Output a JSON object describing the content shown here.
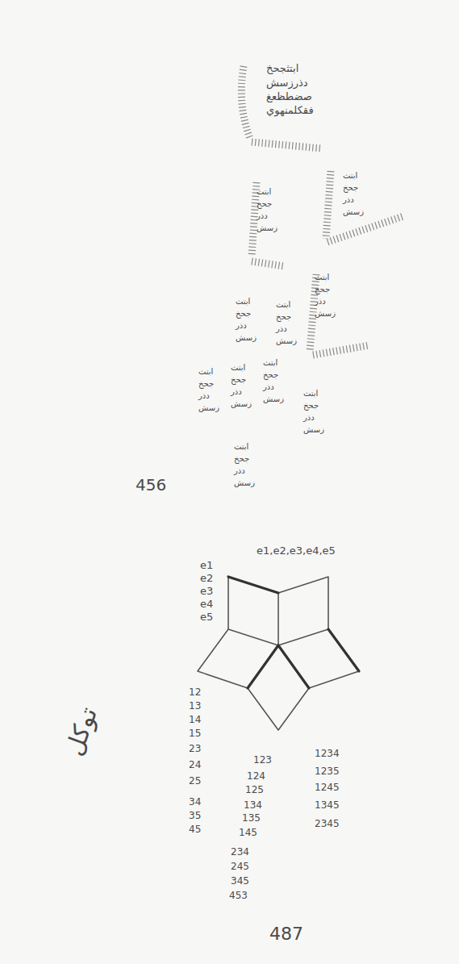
{
  "diagram": {
    "labels": [
      "ابتثجحخ",
      "دذرزسش",
      "صضطظعغ",
      "فقكلمنهوي",
      "ابتث",
      "جحخ",
      "دذر",
      "زسش",
      "ابتث",
      "جحخ",
      "دذر",
      "زسش",
      "ابتث",
      "جحخ",
      "دذر",
      "زسش",
      "ابتث",
      "جحخ",
      "دذر",
      "زسش",
      "ابتث",
      "جحخ",
      "دذر",
      "زسش",
      "ابتث",
      "جحخ",
      "دذر",
      "زسش",
      "ابتث",
      "جحخ",
      "دذر",
      "زسش",
      "ابتث",
      "جحخ",
      "دذر",
      "زسش",
      "ابتث",
      "جحخ",
      "دذر",
      "زسش",
      "ابتث",
      "جحخ",
      "دذر",
      "زسش",
      "456",
      "e1,e2,e3,e4,e5",
      "e1",
      "e2",
      "e3",
      "e4",
      "e5",
      "12",
      "13",
      "14",
      "15",
      "23",
      "24",
      "25",
      "34",
      "35",
      "45",
      "123",
      "124",
      "125",
      "134",
      "135",
      "145",
      "234",
      "245",
      "345",
      "453",
      "1234",
      "1235",
      "1245",
      "1345",
      "2345",
      "توكل",
      "487"
    ]
  }
}
